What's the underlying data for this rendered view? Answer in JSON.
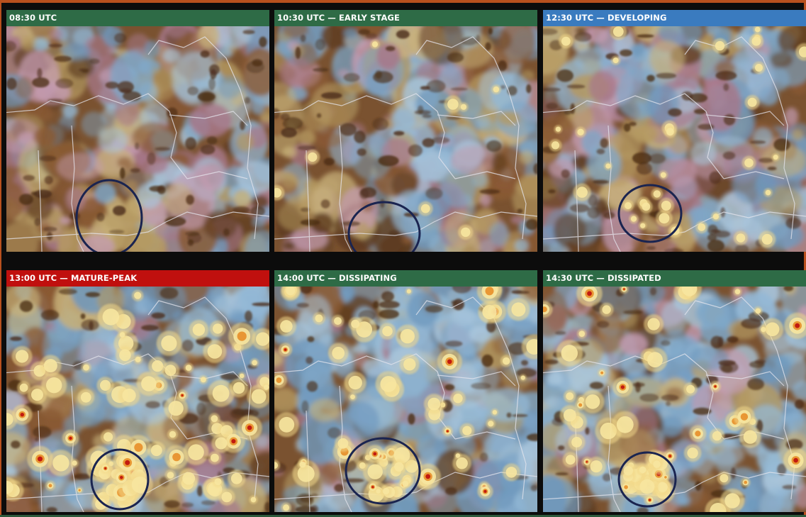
{
  "colors": {
    "frame_border": "#b8501e",
    "header_green": "#2e6b46",
    "header_blue": "#3a7bbf",
    "header_red": "#c0100e",
    "storm_circle": "#1a2450"
  },
  "panels": [
    {
      "label": "08:30 UTC",
      "header_color": "#2e6b46",
      "stage_level": 0,
      "circle": true
    },
    {
      "label": "10:30 UTC — EARLY STAGE",
      "header_color": "#2e6b46",
      "stage_level": 1,
      "circle": true
    },
    {
      "label": "12:30 UTC — DEVELOPING",
      "header_color": "#3a7bbf",
      "stage_level": 2,
      "circle": true
    },
    {
      "label": "13:00 UTC — MATURE-PEAK",
      "header_color": "#c0100e",
      "stage_level": 4,
      "circle": true
    },
    {
      "label": "14:00 UTC — DISSIPATING",
      "header_color": "#2e6b46",
      "stage_level": 3,
      "circle": true
    },
    {
      "label": "14:30 UTC — DISSIPATED",
      "header_color": "#2e6b46",
      "stage_level": 3,
      "circle": true
    }
  ]
}
